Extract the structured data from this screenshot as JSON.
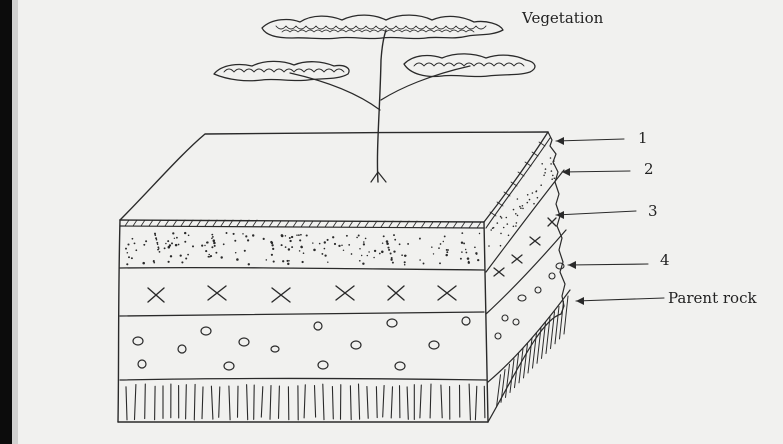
{
  "labels": {
    "vegetation": "Vegetation",
    "l1": "1",
    "l2": "2",
    "l3": "3",
    "l4": "4",
    "parent": "Parent rock"
  },
  "colors": {
    "paper": "#f1f1ef",
    "ink": "#2a2a2a",
    "left_margin": "#0c0c0c"
  }
}
